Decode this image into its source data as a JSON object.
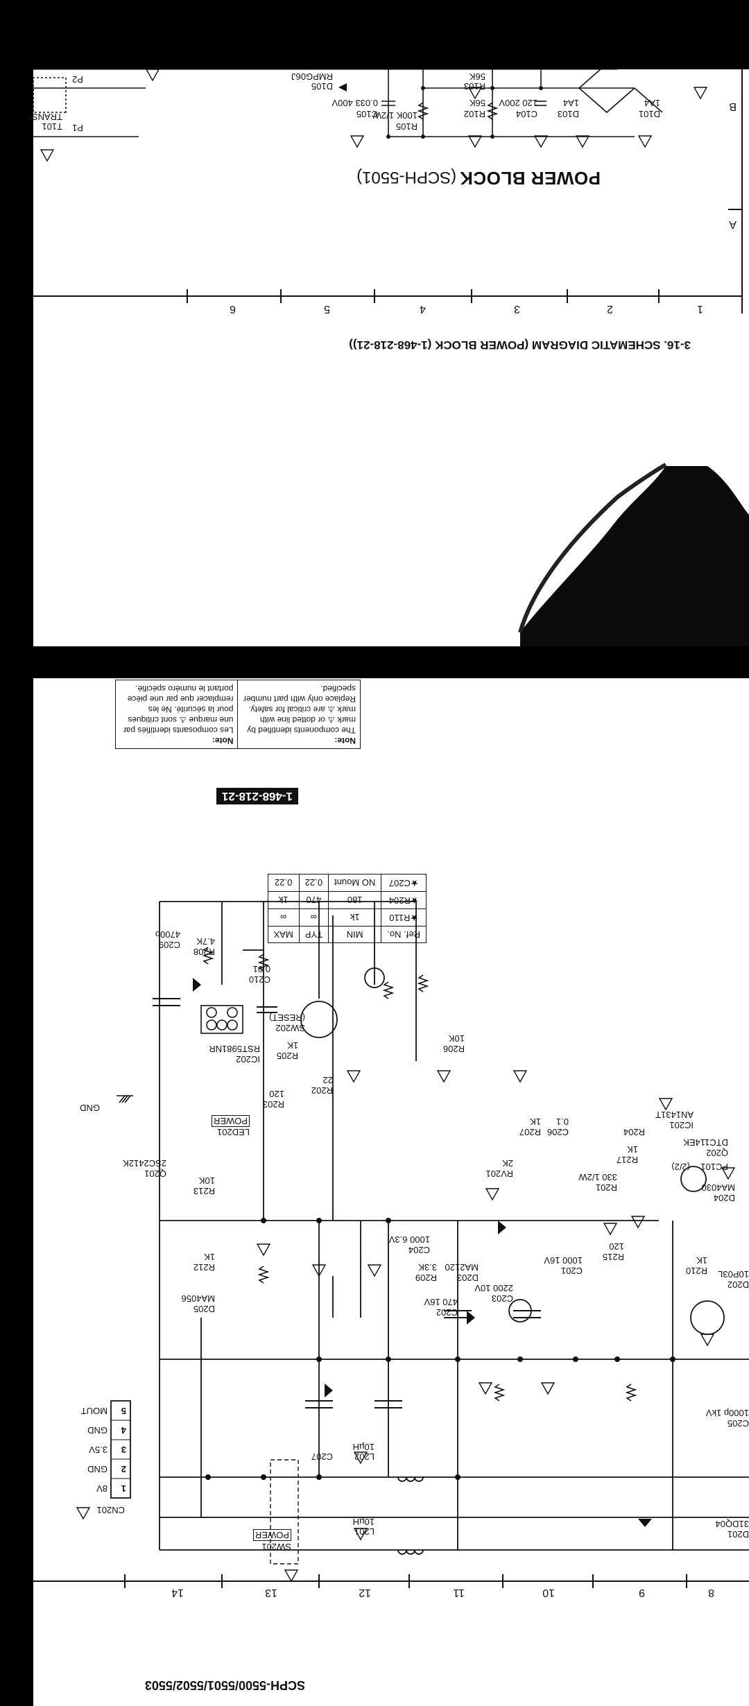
{
  "page": {
    "model_line": "SCPH-5500/5501/5502/5503"
  },
  "upper_diagram": {
    "title_bold": "POWER BLOCK",
    "title_model": "(SCPH-5501)",
    "caption": "3-16. SCHEMATIC DIAGRAM (POWER BLOCK (1-468-218-21))",
    "grid_cols": [
      "1",
      "2",
      "3",
      "4",
      "5",
      "6"
    ],
    "grid_rows": [
      "A",
      "B"
    ],
    "components": [
      {
        "ref": "D101",
        "value": "1A4"
      },
      {
        "ref": "D103",
        "value": "1A4"
      },
      {
        "ref": "C104",
        "value": "120 200V"
      },
      {
        "ref": "R102",
        "value": "56K"
      },
      {
        "ref": "R103",
        "value": "56K"
      },
      {
        "ref": "R105",
        "value": "100K 1/2W"
      },
      {
        "ref": "C105",
        "value": "0.033 400V"
      },
      {
        "ref": "D105",
        "value": "RMPG06J"
      },
      {
        "ref": "T101",
        "value": "TRANSF"
      },
      {
        "ref": "P1",
        "value": ""
      },
      {
        "ref": "P2",
        "value": ""
      }
    ]
  },
  "lower_diagram": {
    "board_code": "1-468-218-21",
    "grid_cols": [
      "8",
      "9",
      "10",
      "11",
      "12",
      "13",
      "14"
    ],
    "table": {
      "headers": [
        "Ref. No.",
        "MIN",
        "TYP",
        "MAX"
      ],
      "rows": [
        [
          "★R110",
          "1k",
          "∞",
          "∞"
        ],
        [
          "★R204",
          "180",
          "470",
          "1k"
        ],
        [
          "★C207",
          "NO Mount",
          "0.22",
          "0.22"
        ]
      ]
    },
    "note_en_title": "Note:",
    "note_en": "The components identified by mark ⚠ or dotted line with mark ⚠ are critical for safety. Replace only with part number specified.",
    "note_fr_title": "Note:",
    "note_fr": "Les composants identifiés par une marque ⚠ sont critiques pour la sécurité. Ne les remplacer que par une pièce portant le numéro spécifié.",
    "connector": {
      "ref": "CN201",
      "pins": [
        {
          "n": "1",
          "label": "8V"
        },
        {
          "n": "2",
          "label": "GND"
        },
        {
          "n": "3",
          "label": "3.5V"
        },
        {
          "n": "4",
          "label": "GND"
        },
        {
          "n": "5",
          "label": "MOUT"
        }
      ]
    },
    "gnd_label": "GND",
    "components": [
      {
        "ref": "SW201",
        "value": "POWER"
      },
      {
        "ref": "L201",
        "value": "10µH"
      },
      {
        "ref": "L202",
        "value": "10µH"
      },
      {
        "ref": "C207",
        "value": ""
      },
      {
        "ref": "D205",
        "value": "MA4056"
      },
      {
        "ref": "R212",
        "value": "1K"
      },
      {
        "ref": "Q201",
        "value": "2SC2412K"
      },
      {
        "ref": "R213",
        "value": "10K"
      },
      {
        "ref": "LED201",
        "value": "POWER"
      },
      {
        "ref": "IC202",
        "value": "RST5981NR"
      },
      {
        "ref": "R203",
        "value": "120"
      },
      {
        "ref": "R202",
        "value": "22"
      },
      {
        "ref": "R205",
        "value": "1K"
      },
      {
        "ref": "SW202",
        "value": "(RESET)"
      },
      {
        "ref": "C210",
        "value": "0.01"
      },
      {
        "ref": "R208",
        "value": "4.7K"
      },
      {
        "ref": "C209",
        "value": "4700p"
      },
      {
        "ref": "C202",
        "value": "470 16V"
      },
      {
        "ref": "D203",
        "value": "MA2120"
      },
      {
        "ref": "R209",
        "value": "3.3K"
      },
      {
        "ref": "C204",
        "value": "1000 6.3V"
      },
      {
        "ref": "C203",
        "value": "2200 10V"
      },
      {
        "ref": "RV201",
        "value": "2K"
      },
      {
        "ref": "R206",
        "value": "10K"
      },
      {
        "ref": "R207",
        "value": "1K"
      },
      {
        "ref": "C206",
        "value": "0.1"
      },
      {
        "ref": "R215",
        "value": "120"
      },
      {
        "ref": "C201",
        "value": "1000 16V"
      },
      {
        "ref": "R201",
        "value": "330 1/2W"
      },
      {
        "ref": "R217",
        "value": "1K"
      },
      {
        "ref": "R204",
        "value": ""
      },
      {
        "ref": "IC201",
        "value": "AN1431T"
      },
      {
        "ref": "Q202",
        "value": "DTC114EK"
      },
      {
        "ref": "PC101",
        "value": "(2/2)"
      },
      {
        "ref": "D204",
        "value": "MA4030"
      },
      {
        "ref": "R210",
        "value": "1K"
      },
      {
        "ref": "D202",
        "value": "10P03L"
      },
      {
        "ref": "C205",
        "value": "1000p 1kV"
      },
      {
        "ref": "D201",
        "value": "31DQ04"
      }
    ]
  }
}
